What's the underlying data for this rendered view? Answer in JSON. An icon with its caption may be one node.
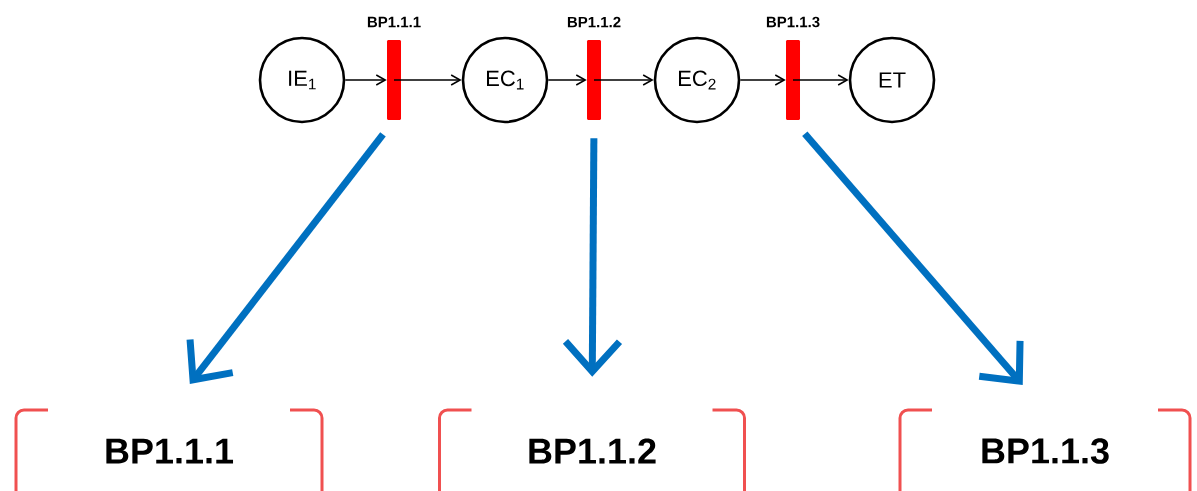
{
  "diagram": {
    "nodes": [
      {
        "text": [
          "IE$_{1}$"
        ]
      },
      {
        "text": [
          "BP1.1.1"
        ]
      },
      {
        "text": [
          "EC$_{1}$"
        ]
      },
      {
        "text": [
          "BP1.1.2"
        ]
      },
      {
        "text": [
          "EC$_{2}$"
        ]
      },
      {
        "text": [
          "BP1.1.3"
        ]
      },
      {
        "text": [
          "ET"
        ]
      },
      {
        "text": [
          "BP1.1.1"
        ]
      },
      {
        "text": [
          "BP1.1.2"
        ]
      },
      {
        "text": [
          "BP1.1.3"
        ]
      }
    ],
    "edges": [
      {
        "from": 0,
        "to": 1,
        "arrow": "to"
      },
      {
        "from": 1,
        "to": 2,
        "arrow": "to"
      },
      {
        "from": 2,
        "to": 3,
        "arrow": "to"
      },
      {
        "from": 3,
        "to": 4,
        "arrow": "to"
      },
      {
        "from": 4,
        "to": 5,
        "arrow": "to"
      },
      {
        "from": 5,
        "to": 6,
        "arrow": "to"
      },
      {
        "from": 1,
        "to": 7,
        "arrow": "to",
        "style": "thick",
        "color": "#0070c0"
      },
      {
        "from": 3,
        "to": 8,
        "arrow": "to",
        "style": "thick",
        "color": "#0070c0"
      },
      {
        "from": 5,
        "to": 9,
        "arrow": "to",
        "style": "thick",
        "color": "#0070c0"
      }
    ]
  }
}
